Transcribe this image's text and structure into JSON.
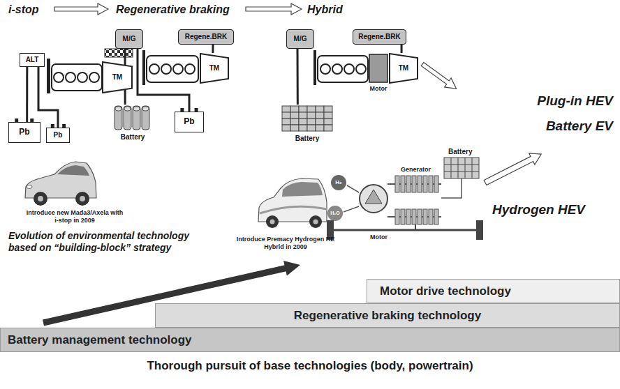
{
  "diagram": {
    "nodes": [
      {
        "text": [
          "ALT"
        ]
      },
      {
        "text": [
          "TM"
        ]
      },
      {
        "text": [
          "Pb"
        ]
      },
      {
        "text": [
          "Pb"
        ]
      },
      {
        "text": [
          "M/G"
        ]
      },
      {
        "text": [
          "Regene.BRK"
        ]
      },
      {
        "text": [
          "TM"
        ]
      },
      {
        "text": [
          "Battery"
        ]
      },
      {
        "text": [
          "Pb"
        ]
      },
      {
        "text": [
          "M/G"
        ]
      },
      {
        "text": [
          "Regene.BRK"
        ]
      },
      {
        "text": [
          "TM"
        ]
      },
      {
        "text": [
          "Battery"
        ]
      },
      {
        "text": [
          "Motor drive technology"
        ]
      },
      {
        "text": [
          "Regenerative braking technology"
        ]
      },
      {
        "text": [
          "Battery management technology"
        ]
      }
    ],
    "edges": [
      {
        "from": 0,
        "to": 2,
        "arrow": "none"
      },
      {
        "from": 0,
        "to": 3,
        "arrow": "none"
      },
      {
        "from": 4,
        "to": 7,
        "arrow": "none"
      },
      {
        "from": 4,
        "to": 8,
        "arrow": "none"
      },
      {
        "from": 5,
        "to": 6,
        "arrow": "none"
      },
      {
        "from": 9,
        "to": 12,
        "arrow": "none"
      },
      {
        "from": 10,
        "to": 11,
        "arrow": "none"
      }
    ],
    "labels": [
      "i-stop",
      "Regenerative braking",
      "Hybrid",
      "Motor",
      "Plug-in HEV",
      "Battery EV",
      "Introduce new Mada3/Axela with i-stop in 2009",
      "Evolution of environmental technology based on “building-block” strategy",
      "Introduce Premacy Hydrogen RE Hybrid in 2009",
      "H₂",
      "H₂O",
      "Battery",
      "Generator",
      "Motor",
      "Hydrogen HEV",
      "Thorough pursuit of base technologies (body, powertrain)"
    ]
  }
}
